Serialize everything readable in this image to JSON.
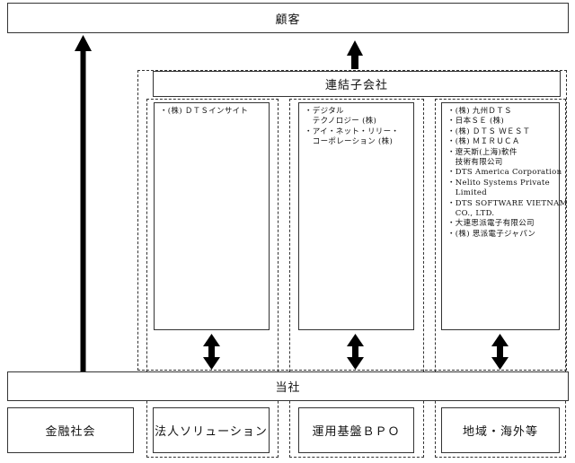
{
  "customer": {
    "label": "顧客"
  },
  "subsidiaries": {
    "label": "連結子会社"
  },
  "company": {
    "label": "当社"
  },
  "segments": [
    {
      "label": "金融社会"
    },
    {
      "label": "法人ソリューション"
    },
    {
      "label": "運用基盤ＢＰＯ"
    },
    {
      "label": "地域・海外等"
    }
  ],
  "subsidiary_columns": [
    {
      "items": [
        "・(株) ＤＴＳインサイト"
      ]
    },
    {
      "items": [
        "・デジタル",
        "　テクノロジー (株)",
        "・アイ・ネット・リリー・",
        "　コーポレーション (株)"
      ]
    },
    {
      "items": [
        "・(株) 九州ＤＴＳ",
        "・日本ＳＥ (株)",
        "・(株) ＤＴＳ ＷＥＳＴ",
        "・(株) ＭＩＲＵＣＡ",
        "・遼天斯(上海)軟件",
        "　技術有限公司",
        "・DTS America Corporation",
        "・Nelito Systems Private",
        "　Limited",
        "・DTS SOFTWARE VIETNAM",
        "　CO., LTD.",
        "・大連思派電子有限公司",
        "・(株) 思派電子ジャパン"
      ]
    }
  ]
}
